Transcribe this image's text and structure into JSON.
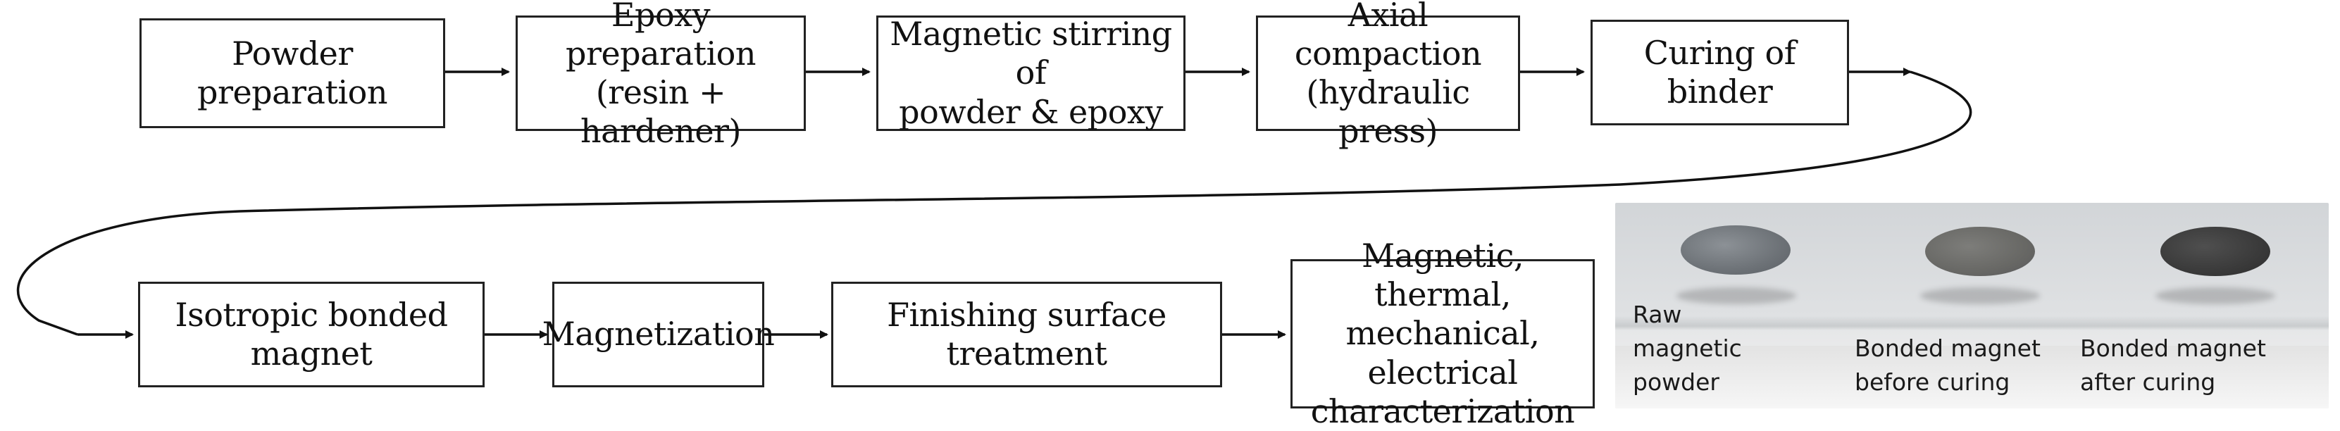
{
  "flow": {
    "row1": [
      {
        "id": "powder",
        "label": "Powder preparation"
      },
      {
        "id": "epoxy",
        "label": "Epoxy preparation\n(resin + hardener)"
      },
      {
        "id": "stirring",
        "label": "Magnetic stirring of\npowder & epoxy"
      },
      {
        "id": "compaction",
        "label": "Axial compaction\n(hydraulic press)"
      },
      {
        "id": "curing",
        "label": "Curing of binder"
      }
    ],
    "row2": [
      {
        "id": "isotropic",
        "label": "Isotropic bonded magnet"
      },
      {
        "id": "magnetization",
        "label": "Magnetization"
      },
      {
        "id": "finishing",
        "label": "Finishing surface treatment"
      },
      {
        "id": "characterization",
        "label": "Magnetic, thermal,\nmechanical, electrical\ncharacterization"
      }
    ]
  },
  "photo": {
    "samples": [
      {
        "id": "raw",
        "label": "Raw\nmagnetic\npowder",
        "color": "#6d7277"
      },
      {
        "id": "before",
        "label": "Bonded magnet\nbefore curing",
        "color": "#686865"
      },
      {
        "id": "after",
        "label": "Bonded magnet\nafter curing",
        "color": "#3a3a3a"
      }
    ]
  }
}
